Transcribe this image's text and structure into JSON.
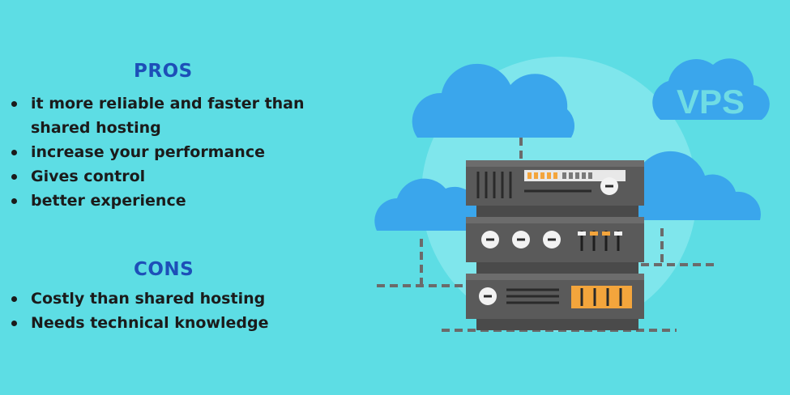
{
  "pros": {
    "heading": "PROS",
    "items": [
      "it more reliable and faster than shared hosting",
      "increase your performance",
      "Gives control",
      "better experience"
    ]
  },
  "cons": {
    "heading": "CONS",
    "items": [
      "Costly than shared hosting",
      "Needs technical knowledge"
    ]
  },
  "logo": {
    "text": "VPS"
  },
  "colors": {
    "background": "#5ddde4",
    "heading": "#1d4fb8",
    "cloud": "#3aa6ec",
    "server_body": "#5a5a5a",
    "accent": "#f3a53c"
  }
}
